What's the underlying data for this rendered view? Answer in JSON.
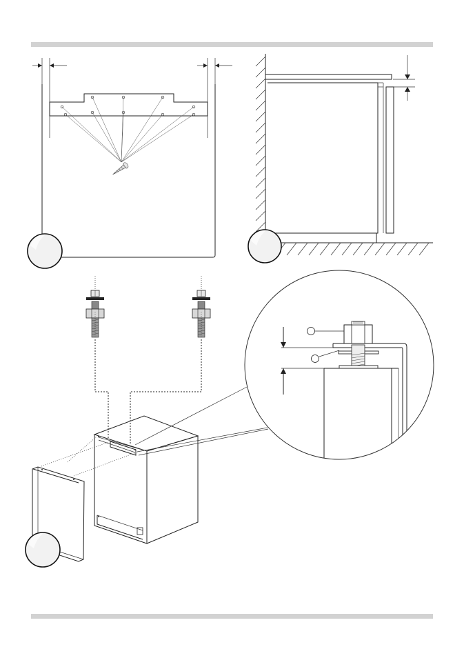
{
  "figure_panels": [
    "top-left-screw-fixing",
    "top-right-side-section",
    "bottom-left-bolt-assembly",
    "bottom-right-detail-magnifier"
  ],
  "callout_badges": 3,
  "colors": {
    "line": "#222222",
    "rule_bar": "#d2d2d2",
    "badge_fill": "#f2f2f2"
  },
  "icons": [
    "screw-icon",
    "hex-bolt-icon",
    "hex-nut-icon",
    "washer-icon",
    "dimension-arrow-icon",
    "hatch-wall-icon"
  ]
}
